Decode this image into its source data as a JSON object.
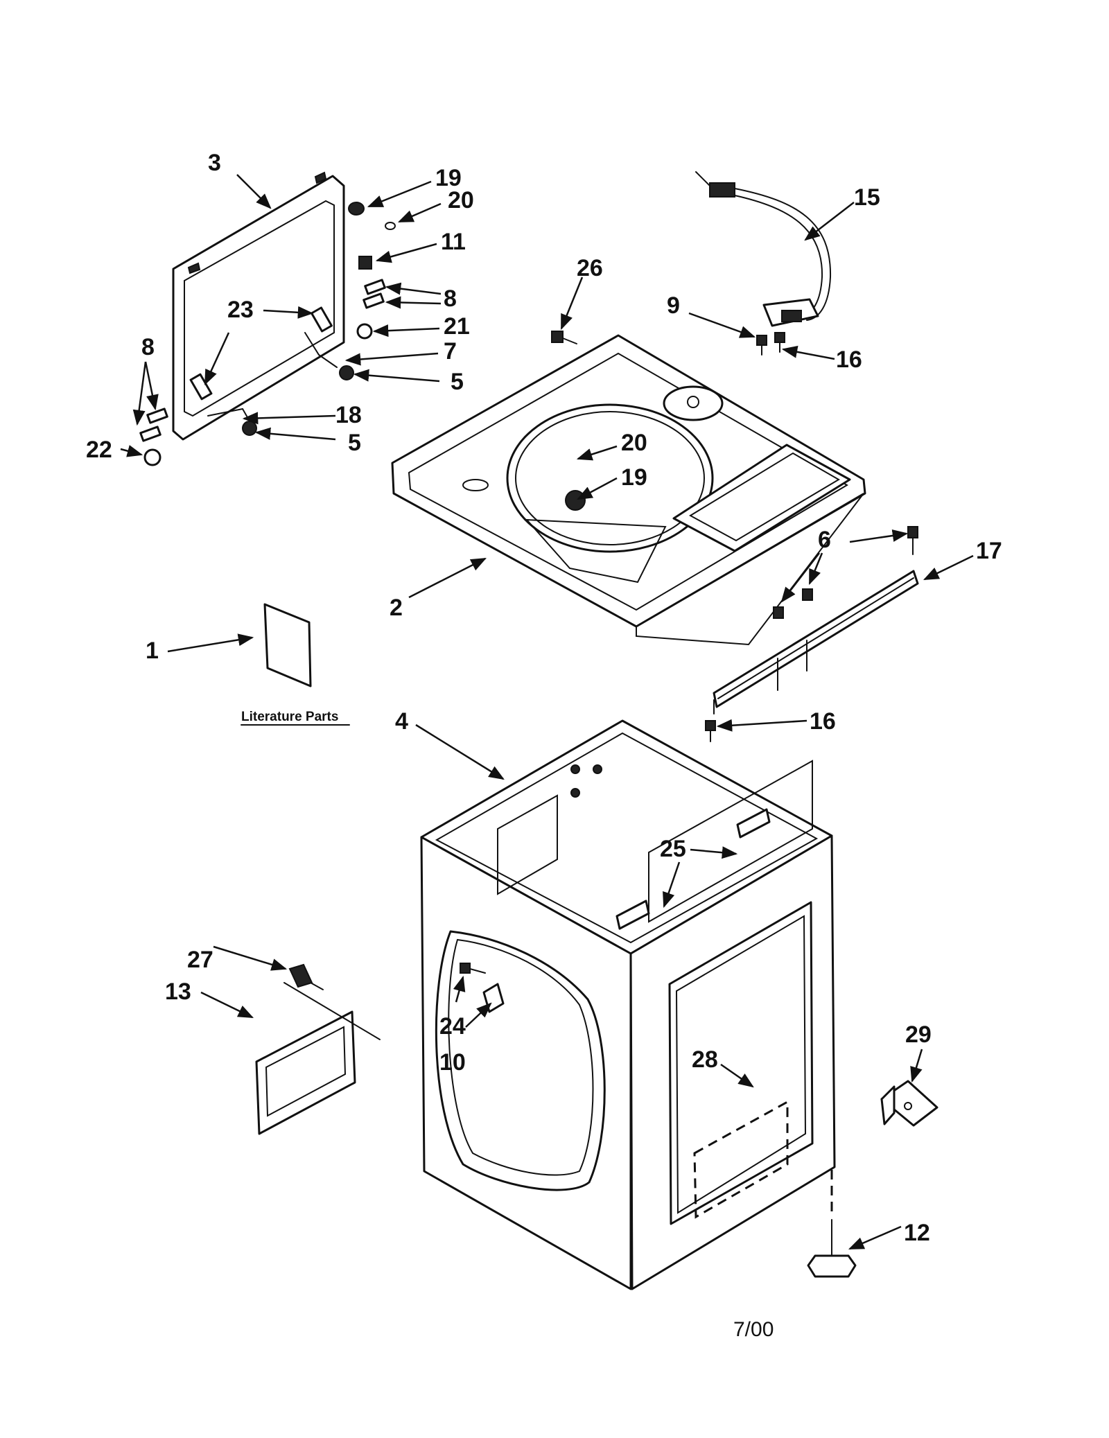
{
  "callouts": {
    "c1": "1",
    "c2": "2",
    "c3": "3",
    "c4": "4",
    "c5a": "5",
    "c5b": "5",
    "c6": "6",
    "c7": "7",
    "c8a": "8",
    "c8b": "8",
    "c9": "9",
    "c10": "10",
    "c11": "11",
    "c12": "12",
    "c13": "13",
    "c15": "15",
    "c16a": "16",
    "c16b": "16",
    "c17": "17",
    "c18": "18",
    "c19a": "19",
    "c19b": "19",
    "c20a": "20",
    "c20b": "20",
    "c21": "21",
    "c22": "22",
    "c23": "23",
    "c24": "24",
    "c25": "25",
    "c26": "26",
    "c27": "27",
    "c28": "28",
    "c29": "29"
  },
  "literature_label": "Literature Parts",
  "revision_date": "7/00"
}
